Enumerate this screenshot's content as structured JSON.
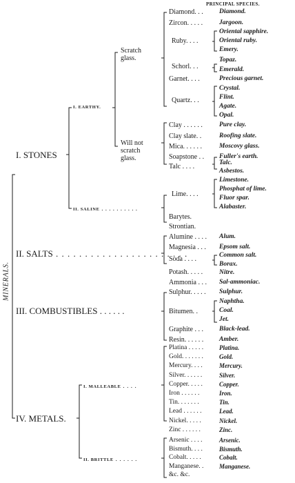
{
  "header": "PRINCIPAL SPECIES.",
  "root": "MINERALS.",
  "classes": {
    "stones": "I. STONES",
    "salts": "II. SALTS",
    "combustibles": "III. COMBUSTIBLES",
    "metals": "IV. METALS."
  },
  "divisions": {
    "earthy": "I. EARTHY.",
    "saline": "II. SALINE",
    "malleable": "I. MALLEABLE",
    "brittle": "II. BRITTLE"
  },
  "orders": {
    "scratch_1": "Scratch",
    "scratch_2": "glass.",
    "not_1": "Will not",
    "not_2": "scratch",
    "not_3": "glass."
  },
  "minerals": {
    "diamond": "Diamond. . .",
    "zircon": "Zircon. . . . .",
    "ruby": "Ruby. . . .",
    "schorl": "Schorl. . .",
    "garnet": "Garnet. . . .",
    "quartz": "Quartz. . .",
    "clay": "Clay . . . . . .",
    "clayslate": "Clay slate. .",
    "mica": "Mica. . . . . .",
    "soapstone": "Soapstone . .",
    "talc": "Talc . . . .",
    "lime": "Lime. . . .",
    "barytes": "Barytes.",
    "strontian": "Strontian.",
    "alumine": "Alumine . . . .",
    "magnesia": "Magnesia . . .",
    "soda": "Soda . . . .",
    "potash": "Potash. . . . .",
    "ammonia": "Ammonia . . .",
    "sulphur": "Sulphur. . . . .",
    "bitumen": "Bitumen. .",
    "graphite": "Graphite . . .",
    "resin": "Resin. . . . . .",
    "platina": "Platina . . . . .",
    "gold": "Gold. . . . . . .",
    "mercury": "Mercury. . . .",
    "silver": "Silver. . . . . .",
    "copper": "Copper. . . . .",
    "iron": "Iron . . . . . .",
    "tin": "Tin. . . . . . .",
    "lead": "Lead . . . . . .",
    "nickel": "Nickel. . . . .",
    "zinc": "Zinc . . . . . .",
    "arsenic": "Arsenic . . . .",
    "bismuth": "Bismuth. . . .",
    "cobalt": "Cobalt. . . . .",
    "manganese": "Manganese. .",
    "etc": "&c. &c."
  },
  "species": {
    "diamond": "Diamond.",
    "jargoon": "Jargoon.",
    "oriental_sapphire": "Oriental sapphire.",
    "oriental_ruby": "Oriental ruby.",
    "emery": "Emery.",
    "topaz": "Topaz.",
    "emerald": "Emerald.",
    "precious_garnet": "Precious garnet.",
    "crystal": "Crystal.",
    "flint": "Flint.",
    "agate": "Agate.",
    "opal": "Opal.",
    "pure_clay": "Pure clay.",
    "roofing_slate": "Roofing slate.",
    "moscovy_glass": "Moscovy glass.",
    "fullers_earth": "Fuller's earth.",
    "talc": "Talc.",
    "asbestos": "Asbestos.",
    "limestone": "Limestone.",
    "phosphat": "Phosphat of lime.",
    "fluor_spar": "Fluor spar.",
    "alabaster": "Alabaster.",
    "alum": "Alum.",
    "epsom_salt": "Epsom salt.",
    "common_salt": "Common salt.",
    "borax": "Borax.",
    "nitre": "Nitre.",
    "sal_ammoniac": "Sal-ammoniac.",
    "sulphur": "Sulphur.",
    "naphtha": "Naphtha.",
    "coal": "Coal.",
    "jet": "Jet.",
    "black_lead": "Black-lead.",
    "amber": "Amber.",
    "platina": "Platina.",
    "gold": "Gold.",
    "mercury": "Mercury.",
    "silver": "Silver.",
    "copper": "Copper.",
    "iron": "Iron.",
    "tin": "Tin.",
    "lead": "Lead.",
    "nickel": "Nickel.",
    "zinc": "Zinc.",
    "arsenic": "Arsenic.",
    "bismuth": "Bismuth.",
    "cobalt": "Cobalt.",
    "manganese": "Manganese."
  }
}
